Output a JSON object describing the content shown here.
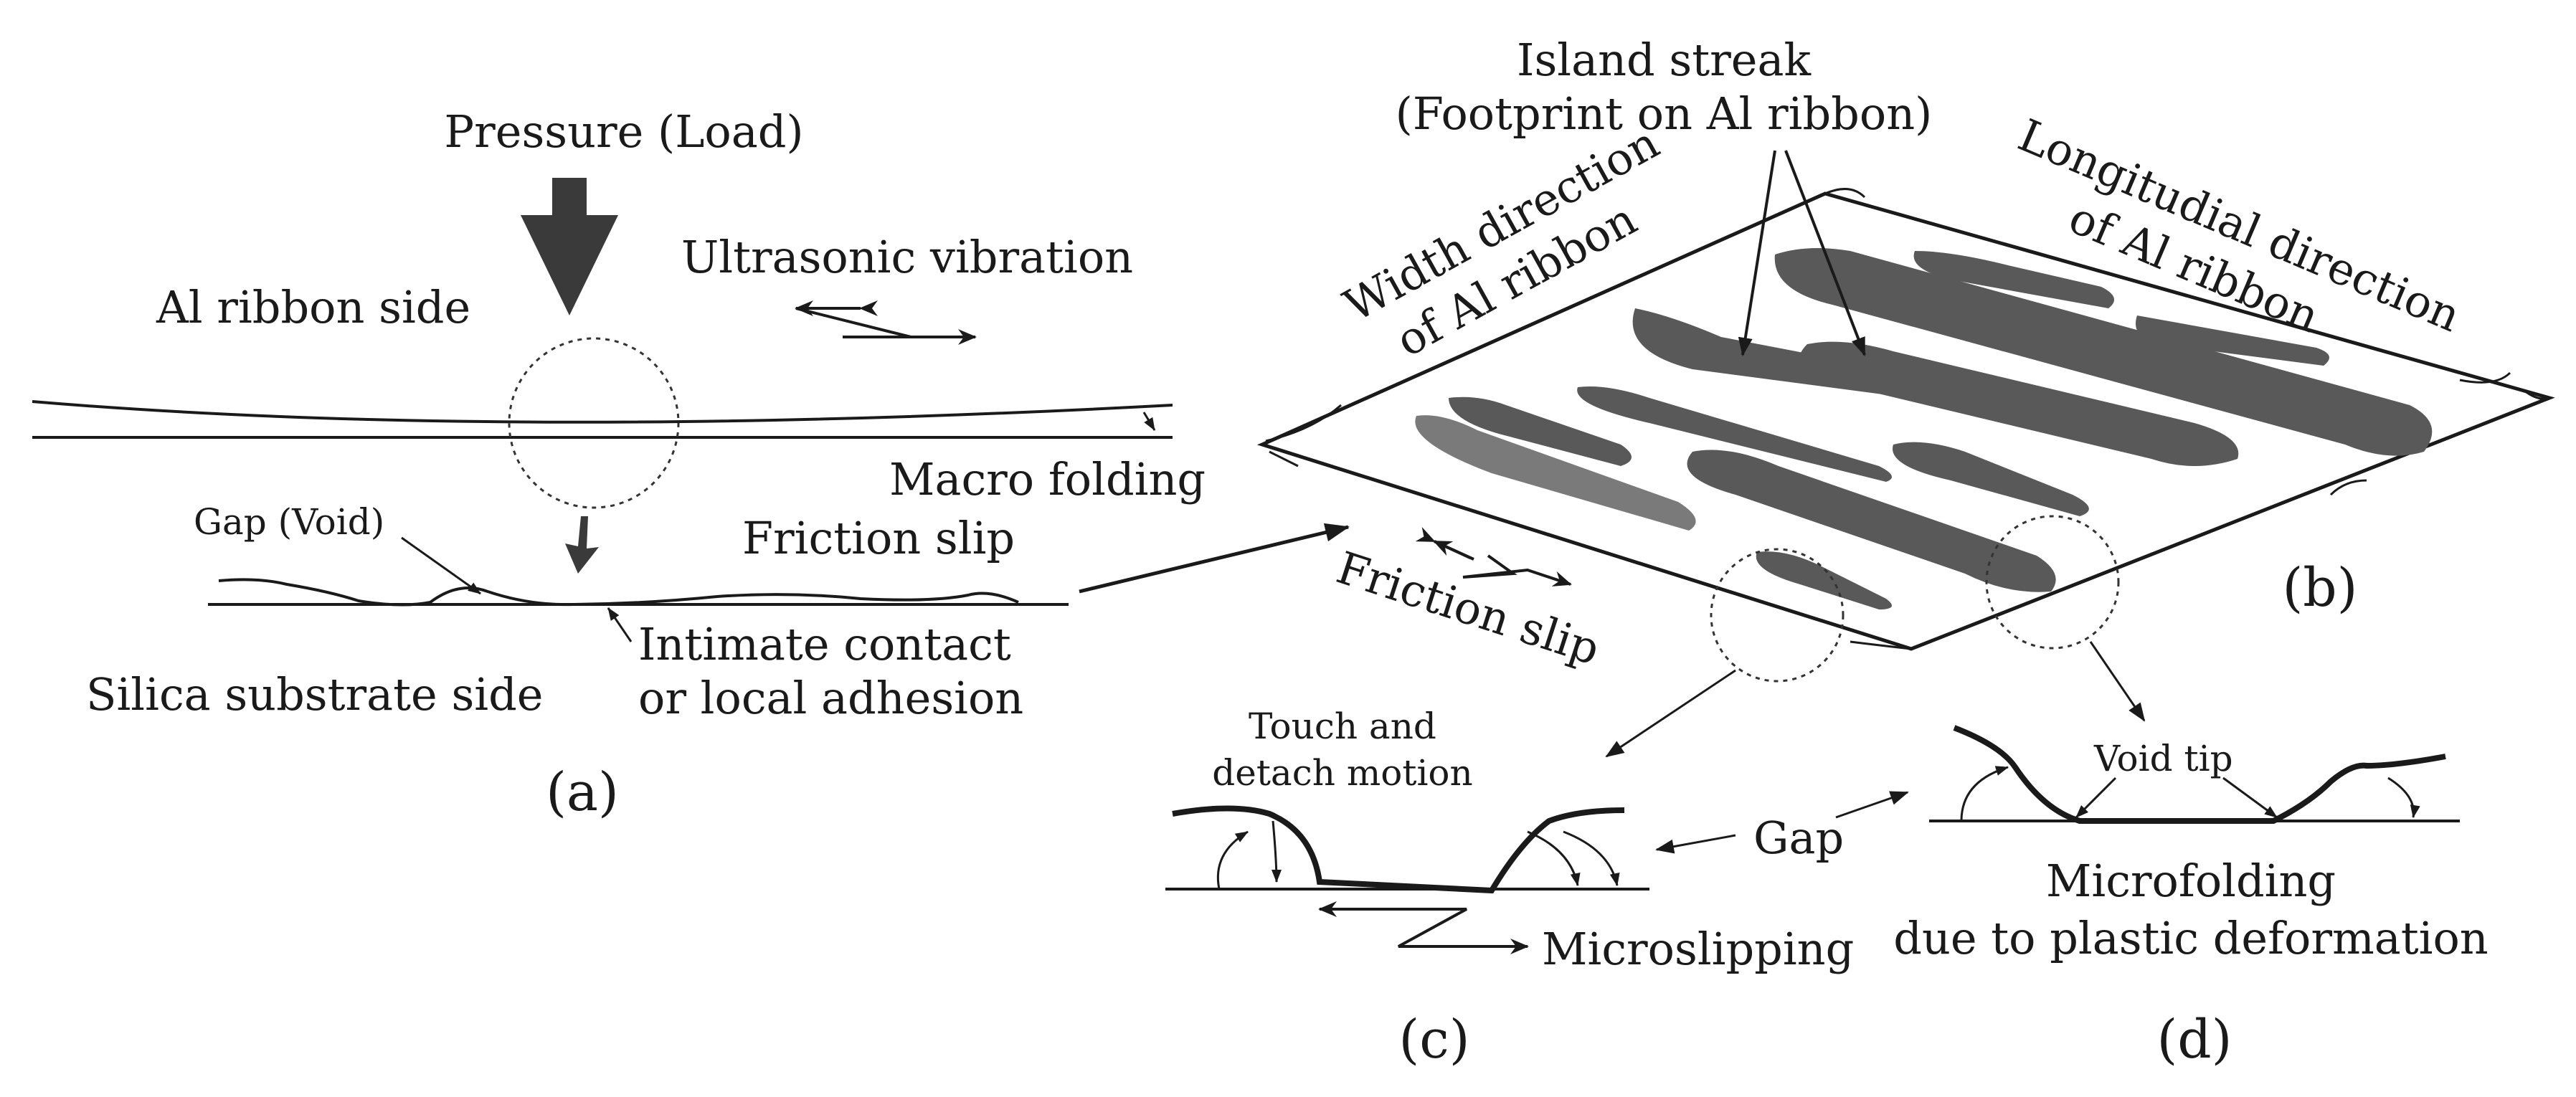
{
  "panel_a": {
    "pressure_label": "Pressure (Load)",
    "vibration_label": "Ultrasonic vibration",
    "ribbon_side_label": "Al ribbon side",
    "macro_folding_label": "Macro folding",
    "gap_label": "Gap (Void)",
    "friction_slip_label": "Friction slip",
    "substrate_label": "Silica substrate side",
    "contact_label_line1": "Intimate contact",
    "contact_label_line2": "or local adhesion",
    "panel_label": "(a)"
  },
  "panel_b": {
    "island_label_line1": "Island streak",
    "island_label_line2": "(Footprint on Al ribbon)",
    "width_label_line1": "Width direction",
    "width_label_line2": "of  Al ribbon",
    "long_label_line1": "Longitudial direction",
    "long_label_line2": "of Al ribbon",
    "friction_slip_label": "Friction slip",
    "panel_label": "(b)"
  },
  "panel_c": {
    "touch_label_line1": "Touch and",
    "touch_label_line2": "detach motion",
    "microslipping_label": "Microslipping",
    "panel_label": "(c)"
  },
  "panel_d": {
    "gap_label": "Gap",
    "void_tip_label": "Void tip",
    "microfolding_label_line1": "Microfolding",
    "microfolding_label_line2": "due to plastic deformation",
    "panel_label": "(d)"
  }
}
